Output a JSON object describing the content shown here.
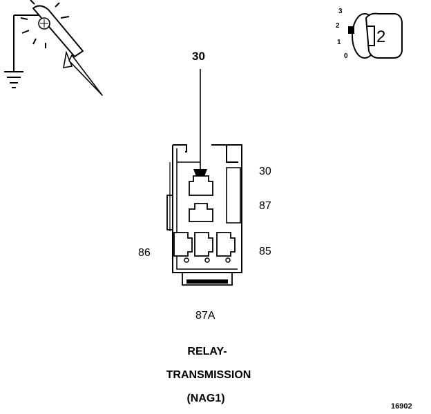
{
  "test_light": {
    "icon": "test-light-probe-icon"
  },
  "ignition_key": {
    "icon": "ignition-key-icon",
    "positions": [
      "3",
      "2",
      "1",
      "0"
    ],
    "selected_number": "2"
  },
  "arrow_label": "30",
  "pin_labels": {
    "pin_30": "30",
    "pin_87": "87",
    "pin_86": "86",
    "pin_85": "85",
    "pin_87a": "87A"
  },
  "title_lines": [
    "RELAY-",
    "TRANSMISSION",
    "(NAG1)"
  ],
  "figure_number": "16902"
}
